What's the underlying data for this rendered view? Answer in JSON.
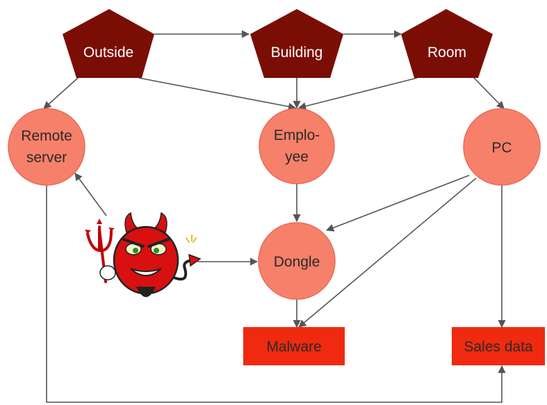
{
  "colors": {
    "location_fill": "#7a0e04",
    "asset_fill": "#f7806b",
    "asset_stroke": "#e86a56",
    "target_fill": "#ef2a10",
    "edge": "#555555",
    "devil_body": "#d81010"
  },
  "locations": [
    {
      "id": "outside",
      "label": "Outside"
    },
    {
      "id": "building",
      "label": "Building"
    },
    {
      "id": "room",
      "label": "Room"
    }
  ],
  "assets": [
    {
      "id": "remote_server",
      "label_lines": [
        "Remote",
        "server"
      ]
    },
    {
      "id": "employee",
      "label_lines": [
        "Emplo-",
        "yee"
      ]
    },
    {
      "id": "pc",
      "label_lines": [
        "PC"
      ]
    },
    {
      "id": "dongle",
      "label_lines": [
        "Dongle"
      ]
    }
  ],
  "targets": [
    {
      "id": "malware",
      "label": "Malware"
    },
    {
      "id": "sales_data",
      "label": "Sales data"
    }
  ],
  "attacker": {
    "icon": "devil-icon"
  }
}
